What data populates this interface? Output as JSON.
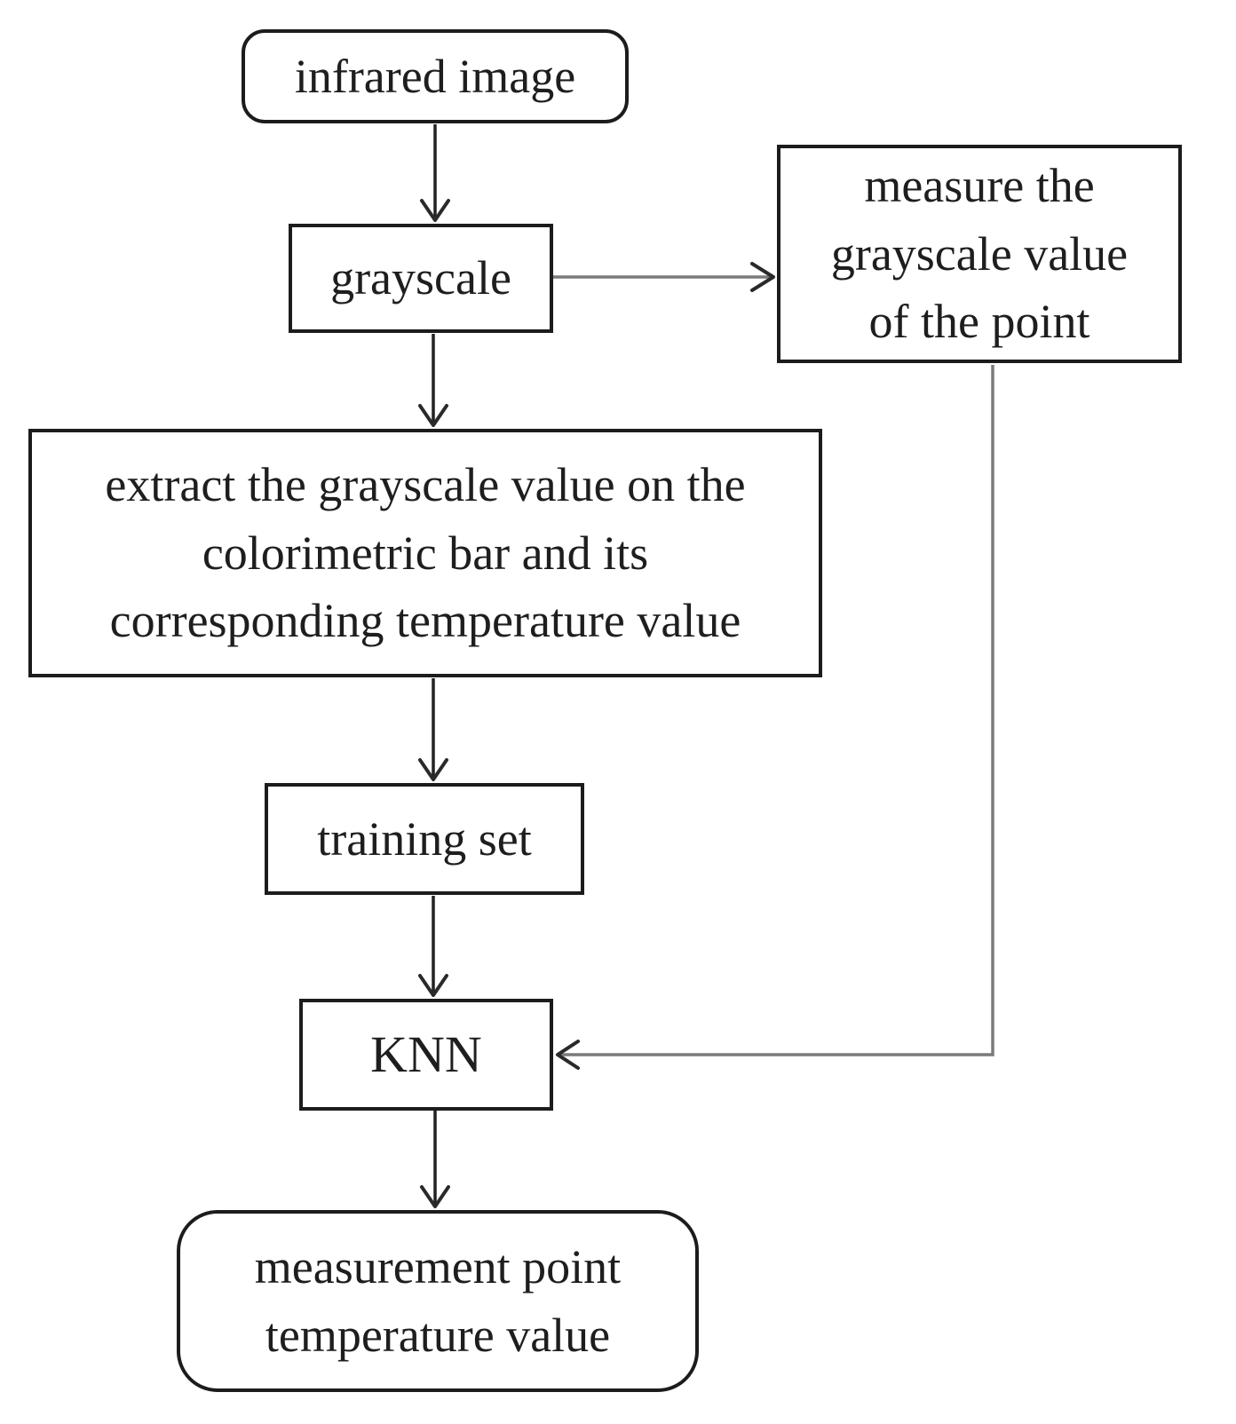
{
  "diagram": {
    "nodes": {
      "infrared": {
        "label": "infrared image"
      },
      "grayscale": {
        "label": "grayscale"
      },
      "measure": {
        "lines": [
          "measure the",
          "grayscale value",
          "of the point"
        ]
      },
      "extract": {
        "lines": [
          "extract the grayscale value on the",
          "colorimetric bar and its",
          "corresponding temperature value"
        ]
      },
      "training": {
        "label": "training set"
      },
      "knn": {
        "label": "KNN"
      },
      "output": {
        "lines": [
          "measurement point",
          "temperature value"
        ]
      }
    },
    "edges": [
      {
        "from": "infrared image",
        "to": "grayscale"
      },
      {
        "from": "grayscale",
        "to": "measure the grayscale value of the point"
      },
      {
        "from": "grayscale",
        "to": "extract the grayscale value on the colorimetric bar and its corresponding temperature value"
      },
      {
        "from": "extract the grayscale value on the colorimetric bar and its corresponding temperature value",
        "to": "training set"
      },
      {
        "from": "training set",
        "to": "KNN"
      },
      {
        "from": "measure the grayscale value of the point",
        "to": "KNN"
      },
      {
        "from": "KNN",
        "to": "measurement point temperature value"
      }
    ],
    "colors": {
      "background": "#ffffff",
      "border": "#1c1c1c",
      "text": "#1e1e1e",
      "arrow": "#222222",
      "arrow_gray": "#7a7a7a",
      "arrowhead": "#2a2a2a"
    }
  }
}
